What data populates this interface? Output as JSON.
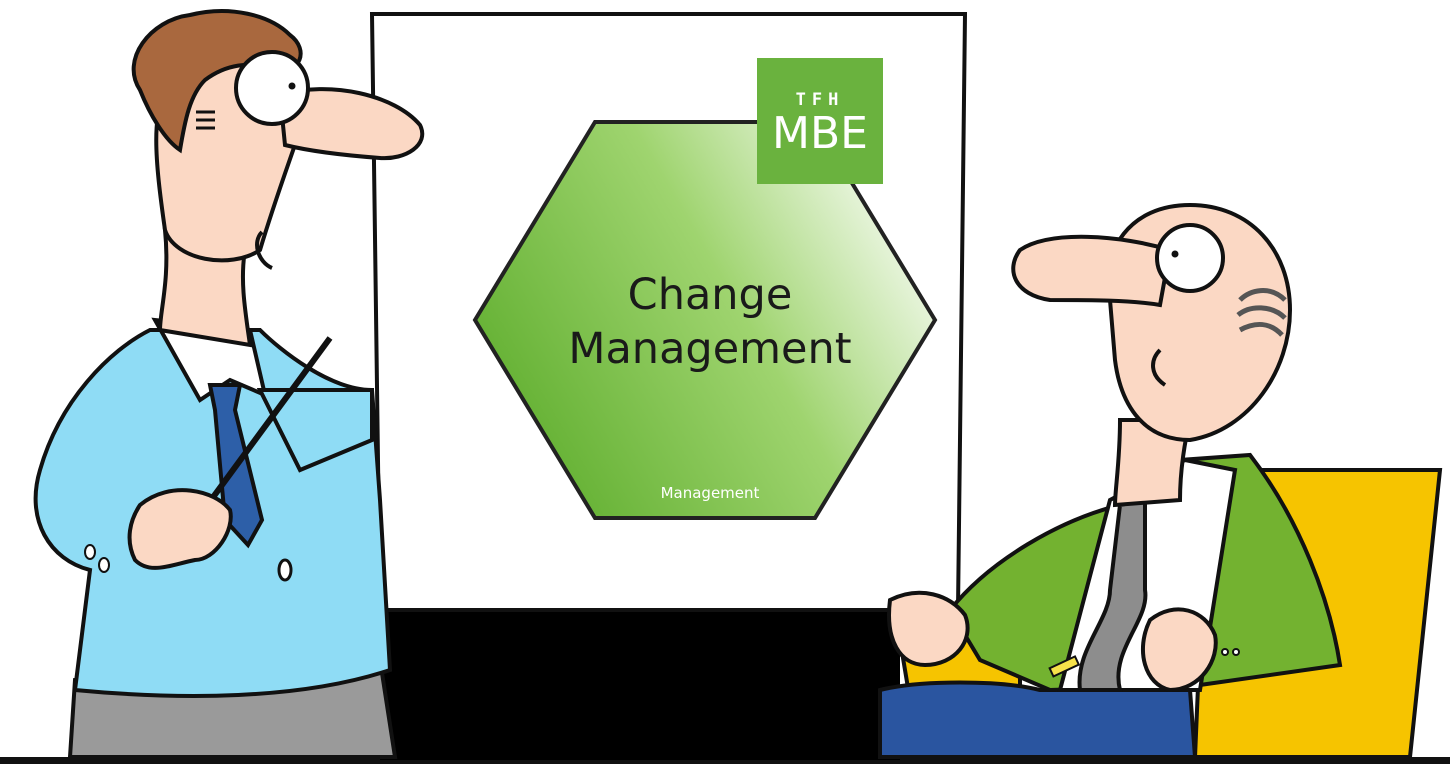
{
  "board": {
    "hexagon_title_line1": "Change",
    "hexagon_title_line2": "Management",
    "hexagon_subtitle": "Management",
    "logo": {
      "top_text": "TFH",
      "main_text": "MBE"
    }
  },
  "colors": {
    "hex_green": "#6db33f",
    "logo_green": "#6ab23e",
    "presenter_shirt": "#8fdcf5",
    "presenter_tie": "#2d5fa8",
    "listener_jacket": "#73b230",
    "listener_pants": "#2a55a0",
    "chair_yellow": "#f6c400",
    "skin": "#fbd8c4",
    "hair_brown": "#a9683e"
  }
}
